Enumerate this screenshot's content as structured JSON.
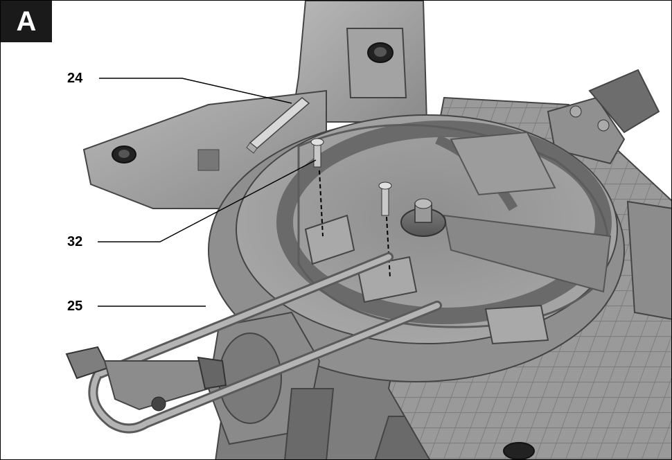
{
  "figure": {
    "badge_label": "A",
    "callouts": [
      {
        "id": "callout-24",
        "label": "24"
      },
      {
        "id": "callout-32",
        "label": "32"
      },
      {
        "id": "callout-25",
        "label": "25"
      }
    ]
  }
}
